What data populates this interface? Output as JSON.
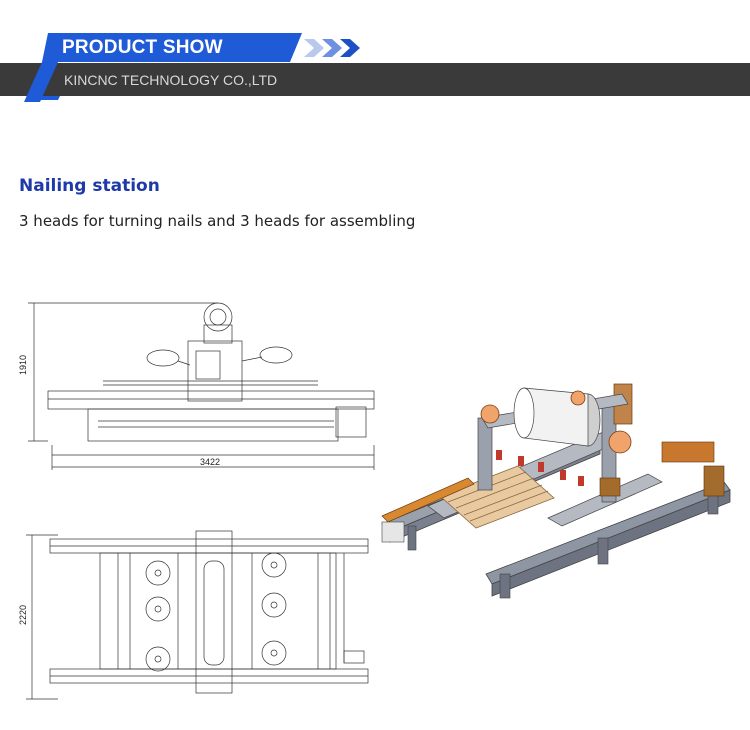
{
  "header": {
    "title": "PRODUCT SHOW",
    "company": "KINCNC TECHNOLOGY CO.,LTD",
    "accent_color": "#1f5bd6",
    "bar_color": "#3a3a3a",
    "arrow_icon": "triple-chevron-right-icon"
  },
  "section": {
    "heading": "Nailing station",
    "description": "3 heads for turning nails and 3 heads for assembling",
    "heading_color": "#1e3aa8"
  },
  "drawings": {
    "front_view": {
      "height_label": "1910",
      "width_label": "3422"
    },
    "top_view": {
      "depth_label": "2220"
    },
    "iso_view": {
      "description_icon": "nailing-machine-3d-render"
    }
  }
}
